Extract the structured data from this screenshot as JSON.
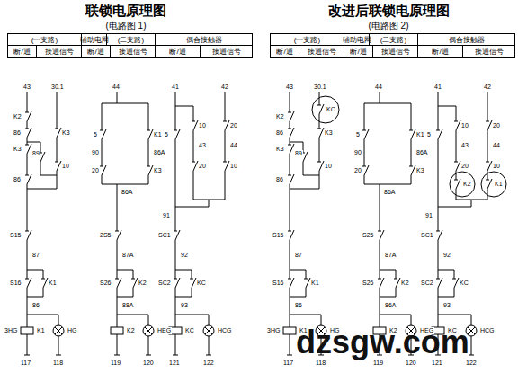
{
  "diagram": {
    "nodes": [
      {
        "text": [
          "(一支路)",
          "辅助电网",
          "(二支路)",
          "偶合接触器",
          "断/通",
          "接通信号",
          "断/通",
          "接通信号",
          "断/通",
          "接通信号"
        ]
      },
      {
        "text": [
          "(一支路)",
          "辅助电网",
          "(二支路)",
          "偶合接触器",
          "断/通",
          "接通信号",
          "断/通",
          "接通信号",
          "断/通",
          "接通信号"
        ]
      },
      {
        "text": [
          "KC"
        ]
      },
      {
        "text": [
          "K2"
        ]
      },
      {
        "text": [
          "K1"
        ]
      }
    ],
    "labels": [
      "联锁电原理图",
      "(电路图 1)",
      "43",
      "30.1",
      "44",
      "41",
      "42",
      "K2",
      "86",
      "K3",
      "K3",
      "89",
      "10",
      "86",
      "5",
      "90",
      "20",
      "K1",
      "86A",
      "K3",
      "86A",
      "5",
      "10",
      "20",
      "43",
      "44",
      "20",
      "10",
      "91",
      "S15",
      "87",
      "S16",
      "K1",
      "86",
      "3HG",
      "K1",
      "HG",
      "117",
      "118",
      "2S5",
      "87A",
      "S26",
      "K2",
      "88A",
      "K2",
      "HEG",
      "119",
      "120",
      "SC1",
      "92",
      "SC2",
      "KC",
      "93",
      "KC",
      "HCG",
      "121",
      "122",
      "改进后联锁电原理图",
      "(电路图 2)",
      "43",
      "30.1",
      "44",
      "41",
      "42",
      "K2",
      "86",
      "K3",
      "K3",
      "89",
      "10",
      "86",
      "5",
      "90",
      "20",
      "K1",
      "86A",
      "K3",
      "86A",
      "5",
      "10",
      "20",
      "43",
      "44",
      "20",
      "10",
      "91",
      "S15",
      "87",
      "S16",
      "K1",
      "86",
      "3HG",
      "K1",
      "HG",
      "117",
      "118",
      "S25",
      "87A",
      "S26",
      "K2",
      "86A",
      "K2",
      "HEG",
      "119",
      "120",
      "SC1",
      "92",
      "SC2",
      "KC",
      "93",
      "KC",
      "HCG",
      "121",
      "122",
      "dzsgw.com"
    ]
  }
}
